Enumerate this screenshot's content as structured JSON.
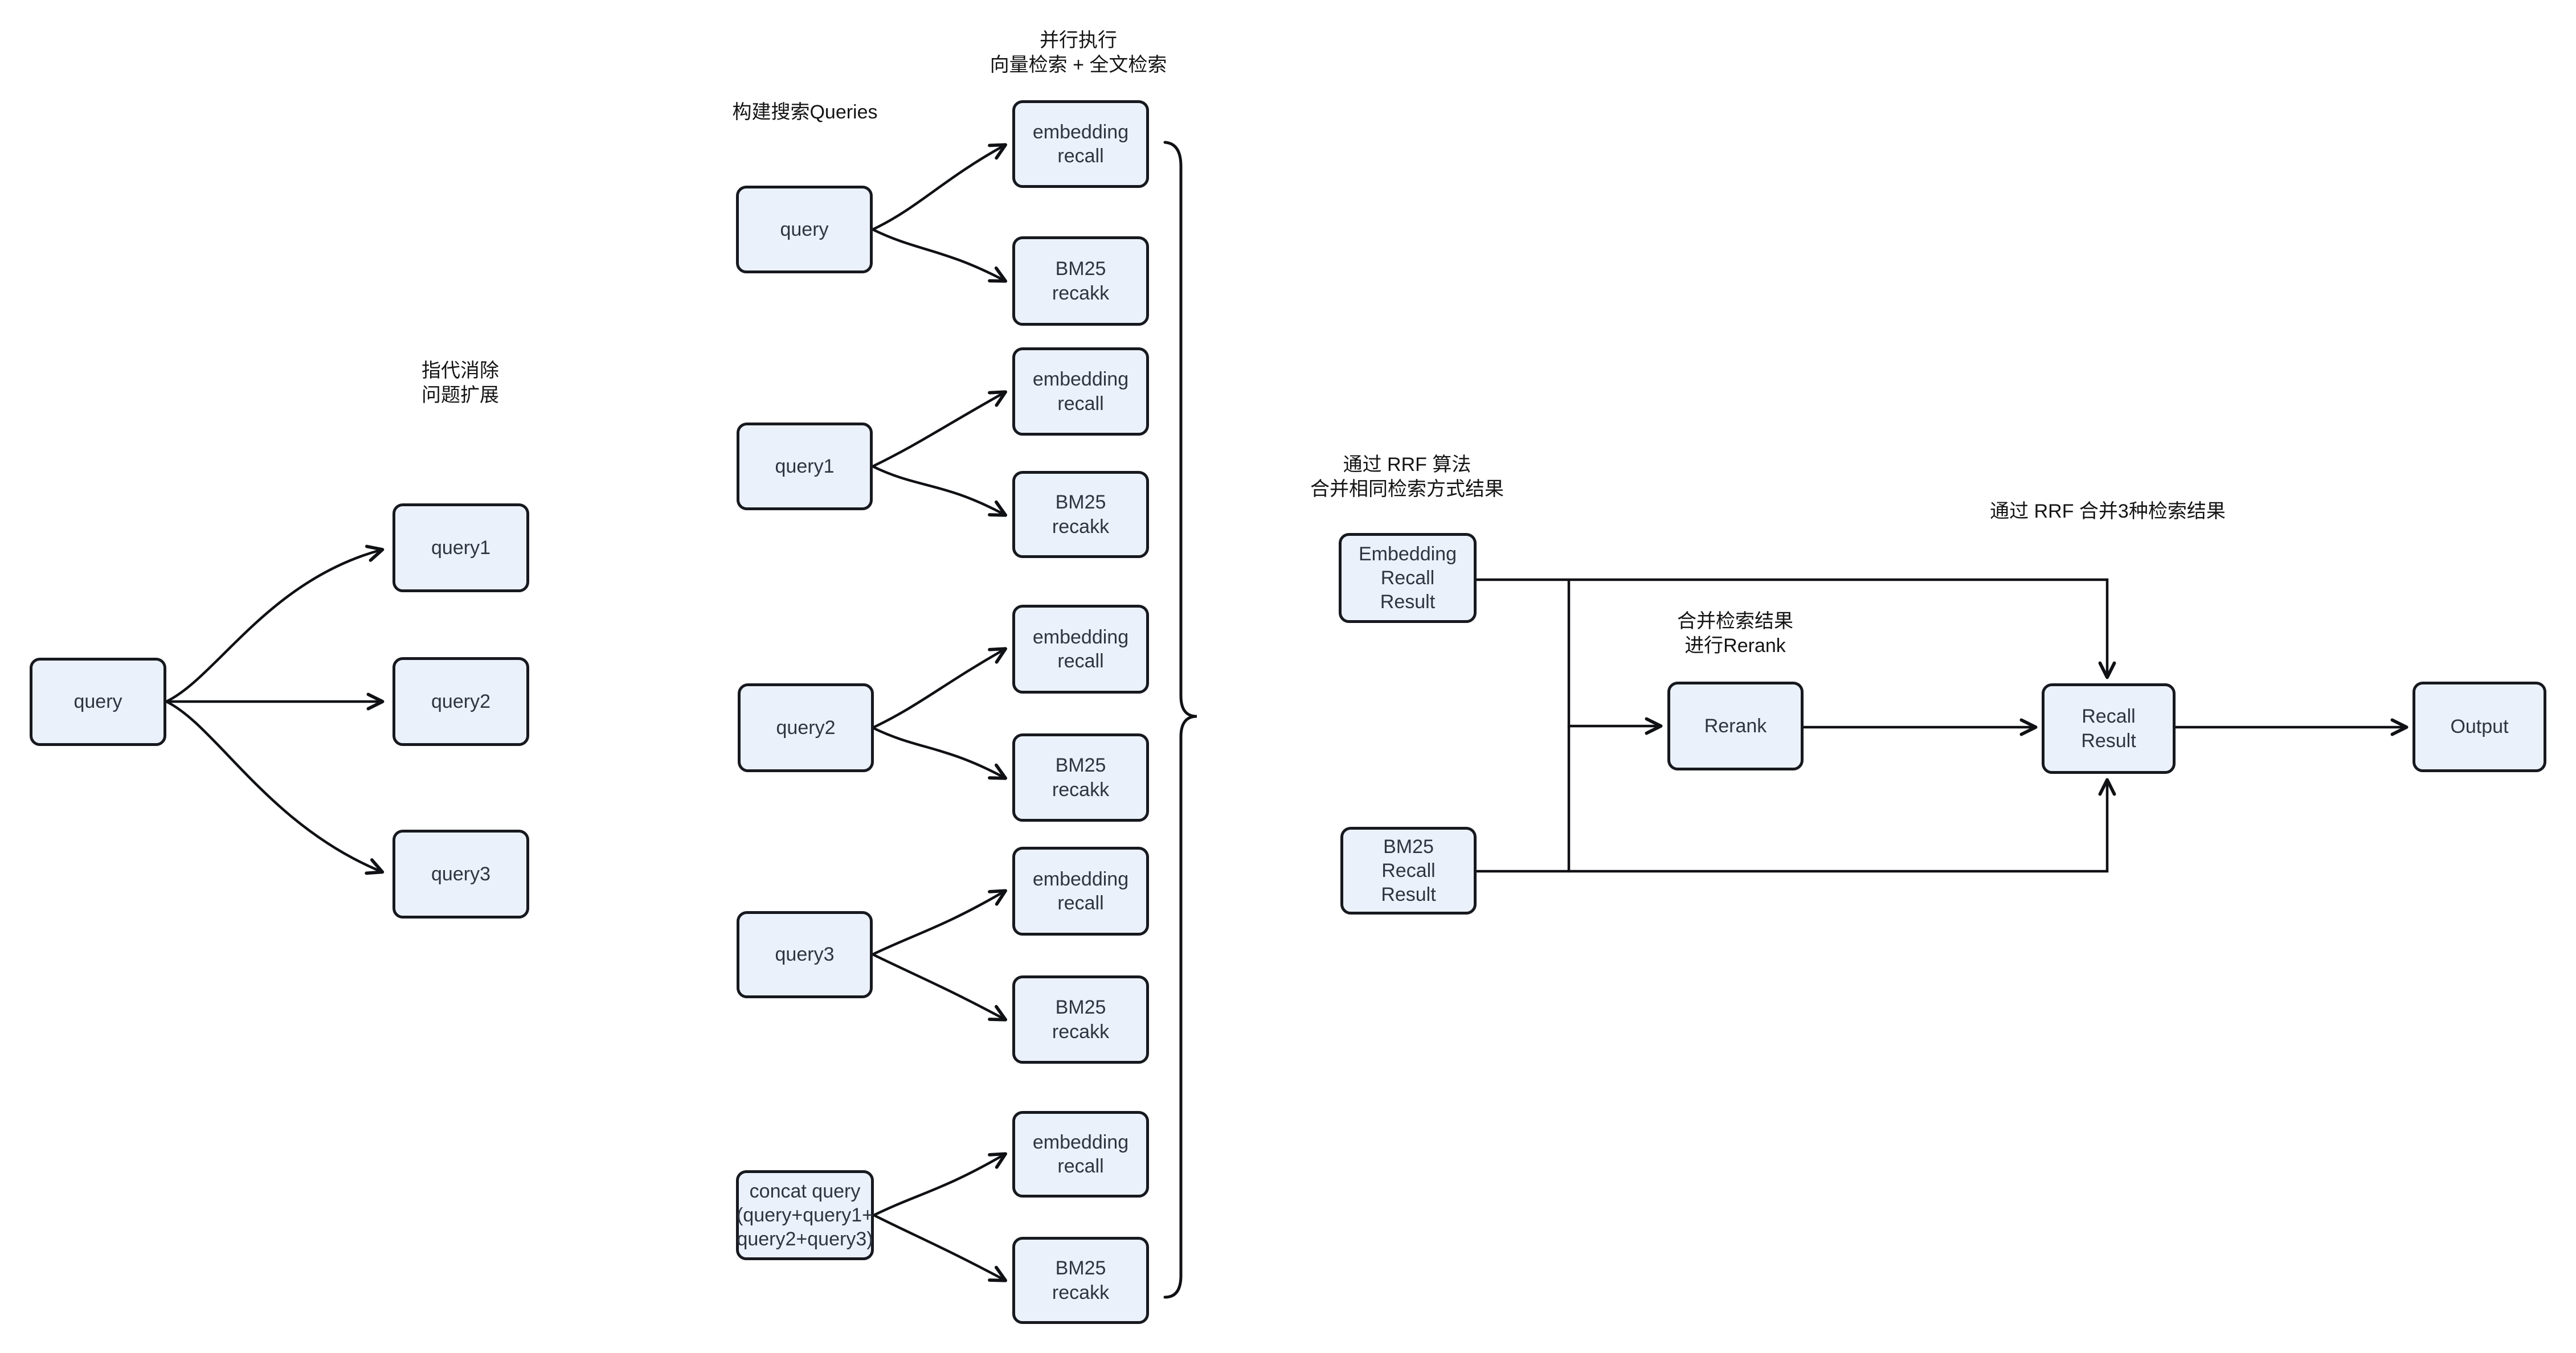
{
  "annotations": {
    "coreference": "指代消除\n问题扩展",
    "build_queries": "构建搜索Queries",
    "parallel_exec": "并行执行\n向量检索 + 全文检索",
    "rrf_merge_same": "通过 RRF 算法\n合并相同检索方式结果",
    "merge_rerank": "合并检索结果\n进行Rerank",
    "rrf_merge_three": "通过 RRF 合并3种检索结果"
  },
  "nodes": {
    "left_query": "query",
    "left_query1": "query1",
    "left_query2": "query2",
    "left_query3": "query3",
    "mid_query": "query",
    "mid_query1": "query1",
    "mid_query2": "query2",
    "mid_query3": "query3",
    "concat_query": "concat query\n(query+query1+\nquery2+query3)",
    "embedding_recall_1": "embedding\nrecall",
    "bm25_recall_1": "BM25\nrecakk",
    "embedding_recall_2": "embedding\nrecall",
    "bm25_recall_2": "BM25\nrecakk",
    "embedding_recall_3": "embedding\nrecall",
    "bm25_recall_3": "BM25\nrecakk",
    "embedding_recall_4": "embedding\nrecall",
    "bm25_recall_4": "BM25\nrecakk",
    "embedding_recall_5": "embedding\nrecall",
    "bm25_recall_5": "BM25\nrecakk",
    "embedding_recall_result": "Embedding\nRecall\nResult",
    "bm25_recall_result": "BM25\nRecall\nResult",
    "rerank": "Rerank",
    "recall_result": "Recall\nResult",
    "output": "Output"
  },
  "colors": {
    "node_fill": "#EBF1FB",
    "node_border": "#17191F",
    "node_text": "#2E3440",
    "edge": "#101114"
  }
}
